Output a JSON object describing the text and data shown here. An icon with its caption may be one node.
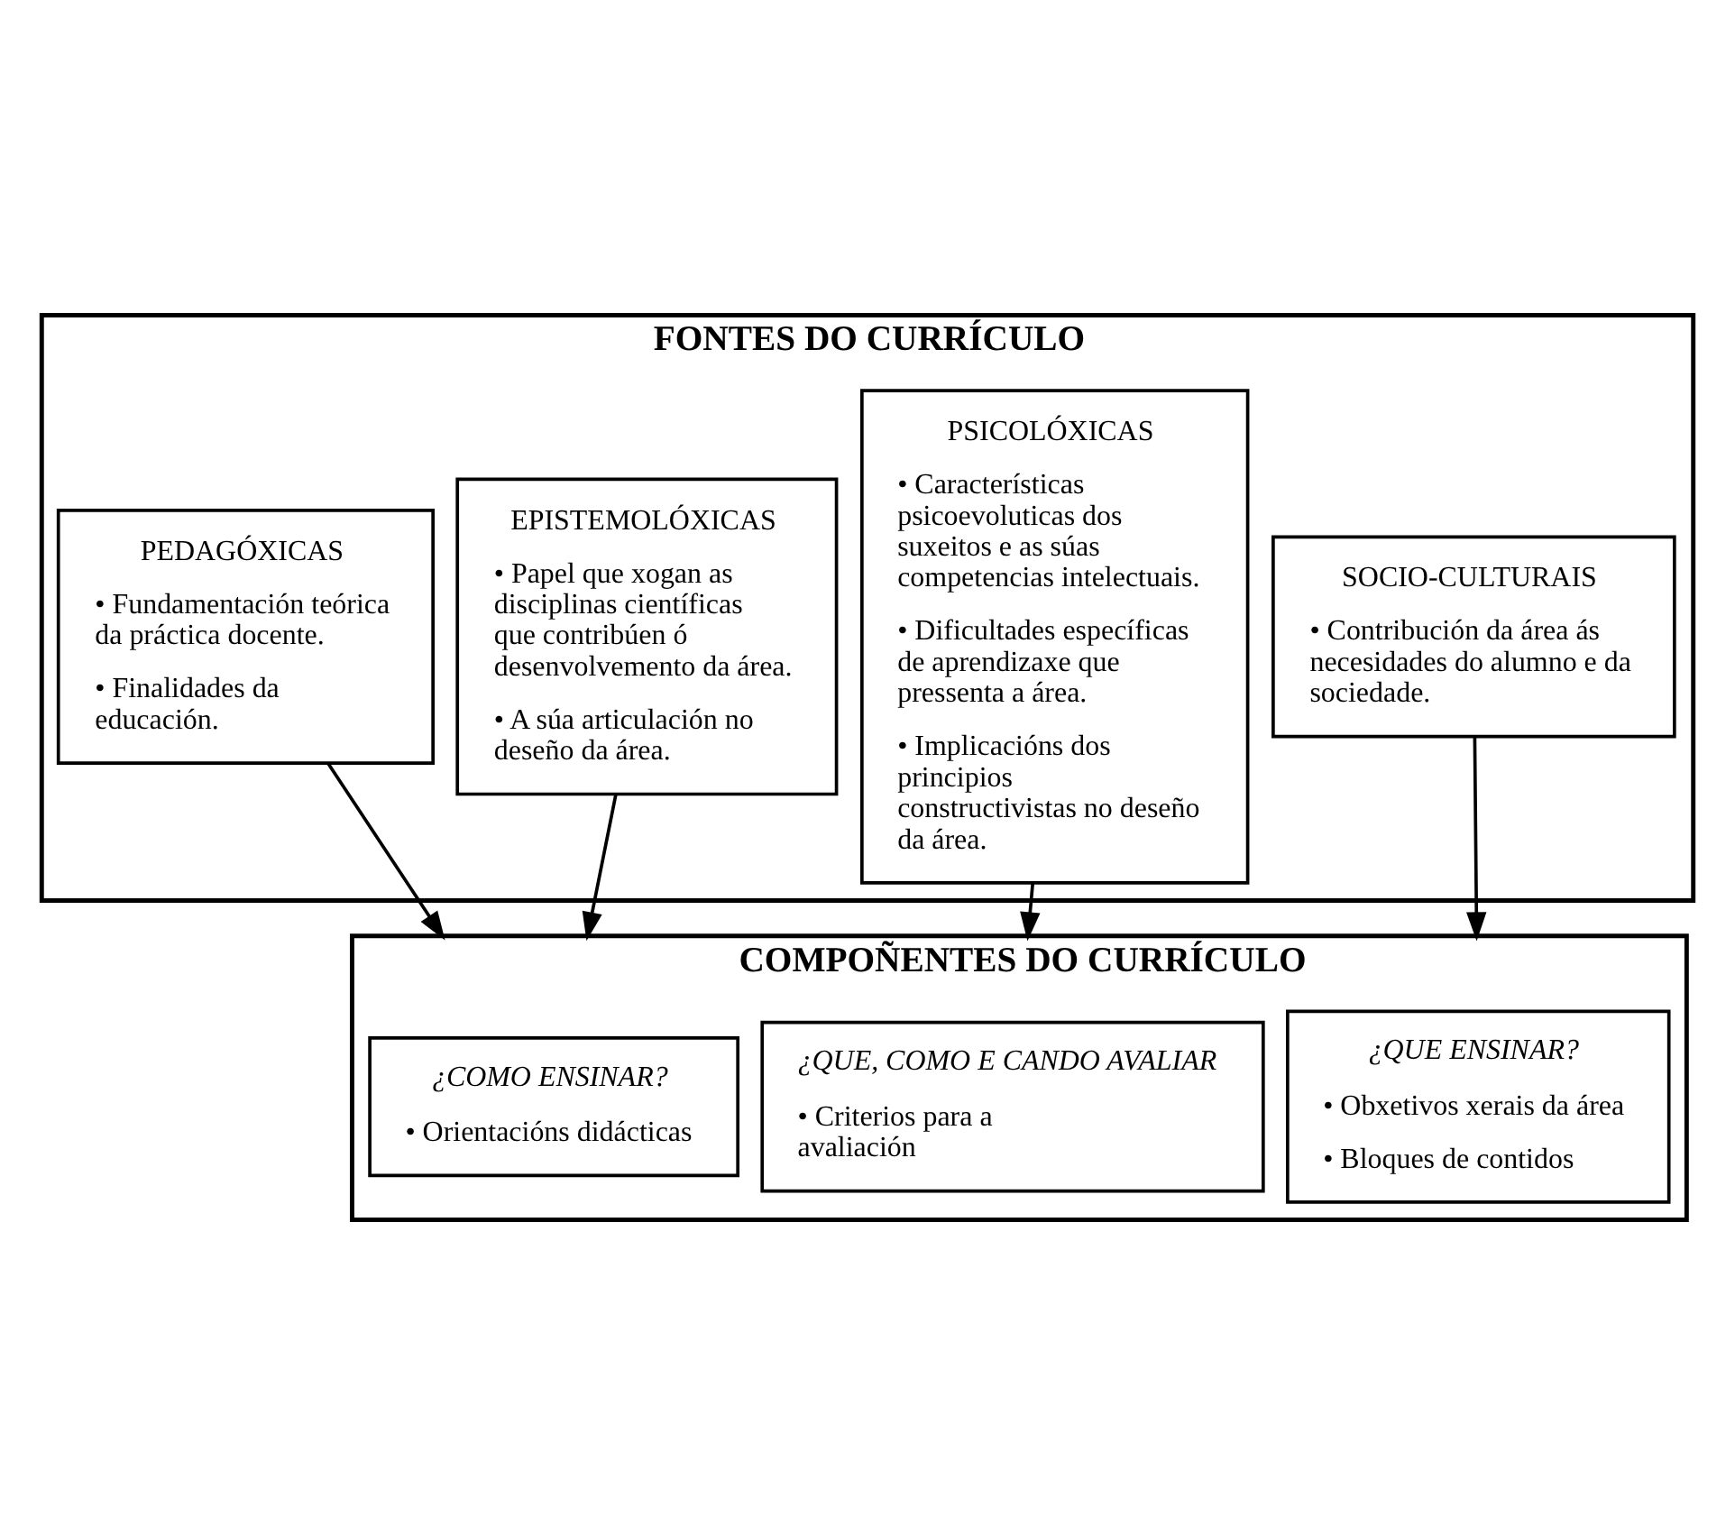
{
  "diagram": {
    "nodes": [
      {
        "text": [
          "FONTES DO CURRÍCULO"
        ]
      },
      {
        "text": [
          "SOCIO-CULTURAIS",
          "• Contribución da área ás necesidades do alumno e da sociedade."
        ],
        "in": 0
      },
      {
        "text": [
          "EPISTEMOLÓXICAS",
          "• Papel que xogan as disciplinas científicas que contribúen ó desenvolvemento da área.",
          "• A súa articulación no deseño da área."
        ],
        "in": 0
      },
      {
        "text": [
          "PSICOLÓXICAS",
          "• Características psicoevoluticas dos suxeitos e as súas competencias intelectuais.",
          "• Dificultades específicas de aprendizaxe que pressenta a área.",
          "• Implicacións dos principios constructivistas no deseño da área."
        ],
        "in": 0
      },
      {
        "text": [
          "PEDAGÓXICAS",
          "• Fundamentación teórica da práctica docente.",
          "• Finalidades da educación."
        ],
        "in": 0
      },
      {
        "text": [
          "COMPOÑENTES DO CURRÍCULO"
        ]
      },
      {
        "text": [
          "¿QUE ENSINAR?",
          "• Obxetivos xerais da área",
          "• Bloques de contidos"
        ],
        "in": 5
      },
      {
        "text": [
          "¿COMO ENSINAR?",
          "• Orientacións didácticas"
        ],
        "in": 5
      },
      {
        "text": [
          "¿QUE, COMO E CANDO AVALIAR",
          "• Criterios para a avaliación"
        ],
        "in": 5
      }
    ],
    "edges": [
      {
        "from": 1,
        "to": 5,
        "arrow": "to"
      },
      {
        "from": 2,
        "to": 5,
        "arrow": "to"
      },
      {
        "from": 3,
        "to": 5,
        "arrow": "to"
      },
      {
        "from": 4,
        "to": 5,
        "arrow": "to"
      }
    ]
  }
}
